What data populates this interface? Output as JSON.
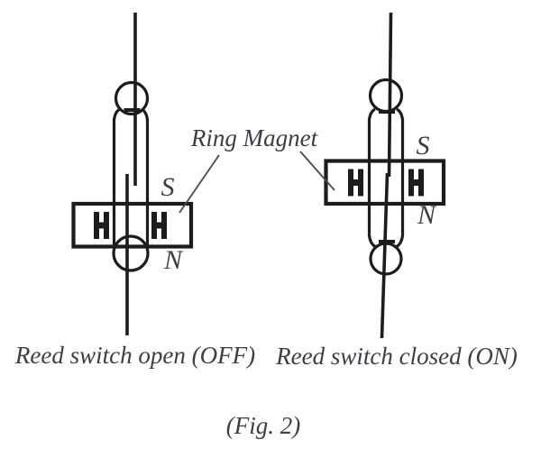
{
  "figure": {
    "figure_label": "(Fig. 2)",
    "annotation": {
      "label": "Ring Magnet"
    },
    "switch_open": {
      "caption": "Reed switch open (OFF)",
      "state": "open",
      "pole_top": "S",
      "pole_bottom": "N"
    },
    "switch_closed": {
      "caption": "Reed switch closed (ON)",
      "state": "closed",
      "pole_top": "S",
      "pole_bottom": "N"
    },
    "colors": {
      "line": "#1c1c1c",
      "leader": "#4a4a4a",
      "text": "#3d3d44",
      "magnet_fill": "#e8e8e8"
    }
  }
}
